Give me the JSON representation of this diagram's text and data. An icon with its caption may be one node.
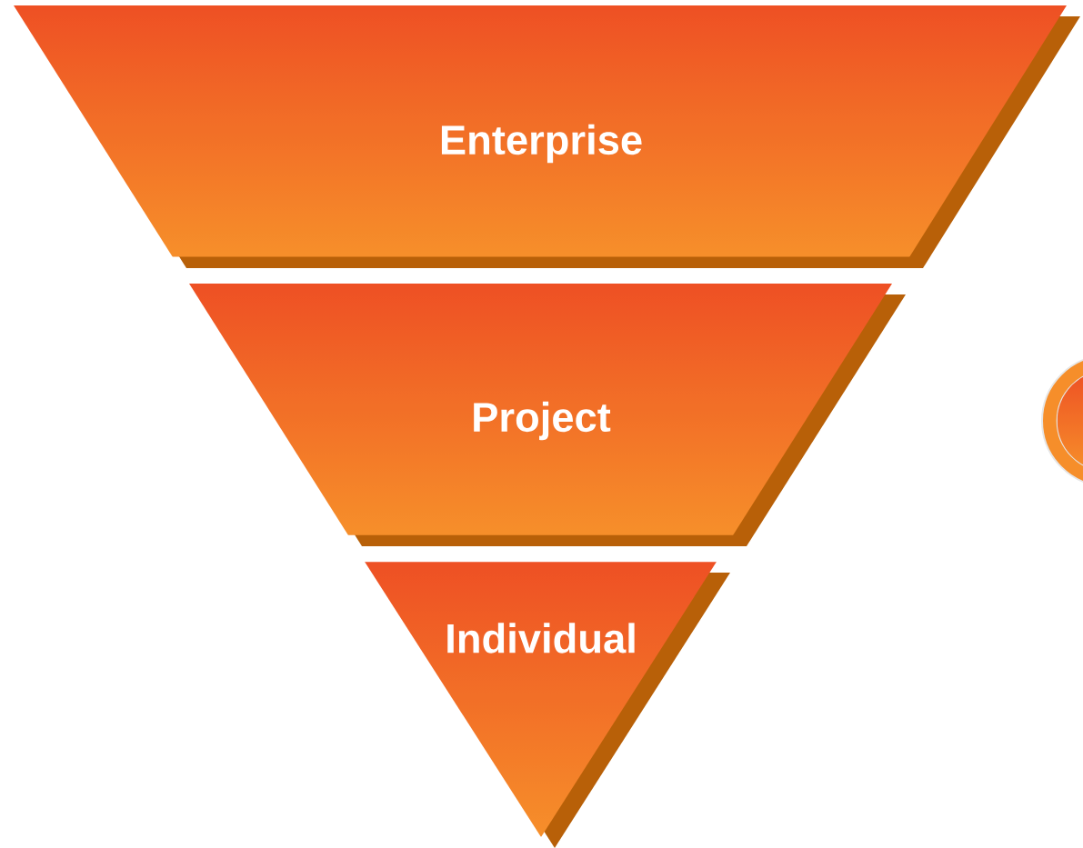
{
  "diagram": {
    "nodes": [
      {
        "text": [
          "Enterprise"
        ]
      },
      {
        "text": [
          "Project"
        ]
      },
      {
        "text": [
          "Individual"
        ]
      }
    ]
  }
}
